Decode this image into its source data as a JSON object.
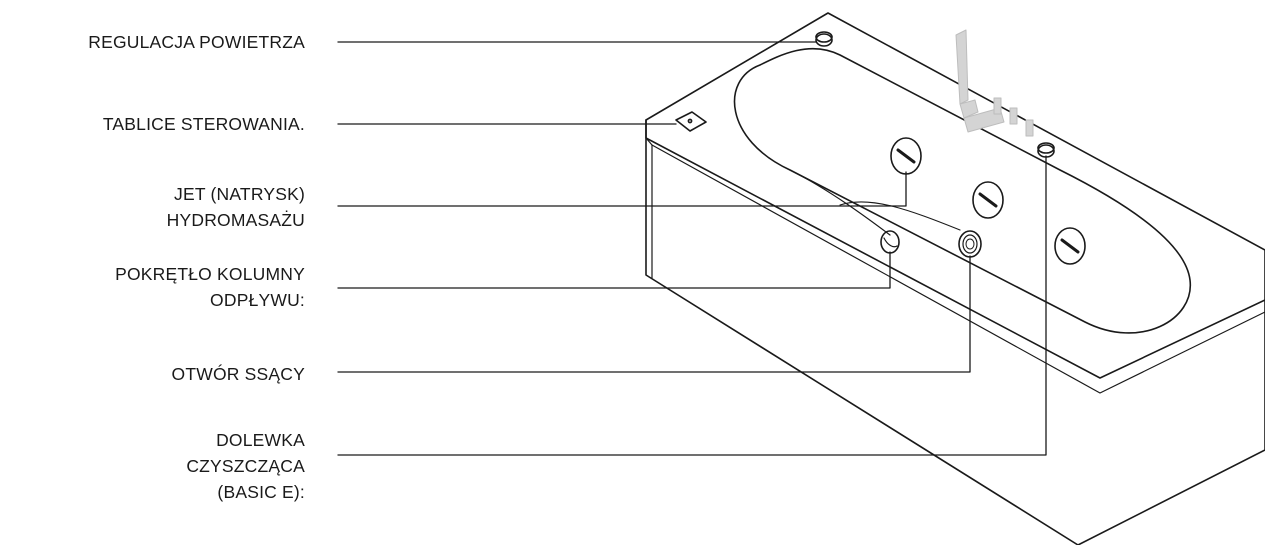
{
  "labels": {
    "air_control": [
      "REGULACJA POWIETRZA"
    ],
    "control_panel": [
      "TABLICE STEROWANIA."
    ],
    "hydro_jet": [
      "JET (NATRYSK)",
      "HYDROMASAŻU"
    ],
    "drain_knob": [
      "POKRĘTŁO KOLUMNY",
      "ODPŁYWU:"
    ],
    "suction_opening": [
      "OTWÓR SSĄCY"
    ],
    "cleaning_refill": [
      "DOLEWKA",
      "CZYSZCZĄCA",
      "(BASIC E):"
    ]
  },
  "colors": {
    "line": "#1a1a1a",
    "faucet": "#c8c8c8",
    "background": "#ffffff"
  }
}
